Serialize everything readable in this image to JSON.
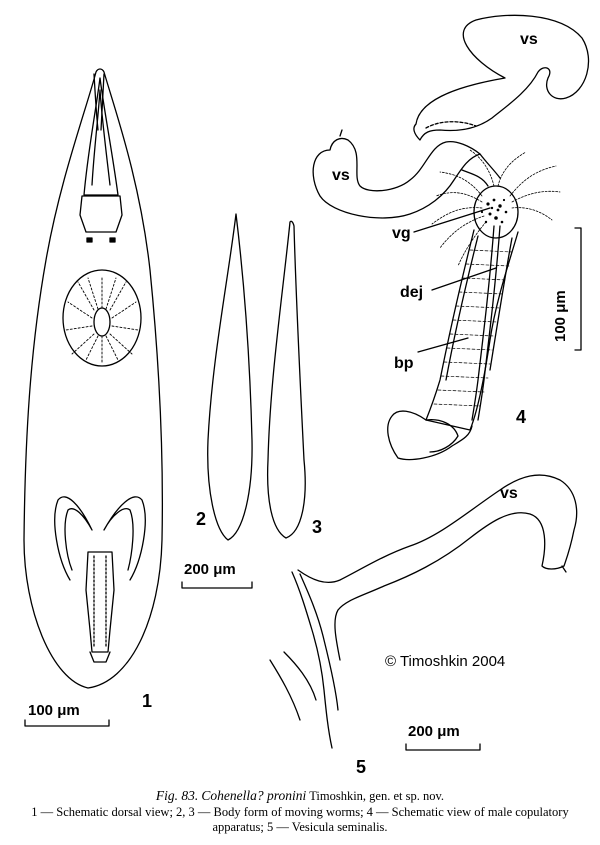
{
  "figure": {
    "caption_number": "Fig. 83.",
    "caption_species": "Cohenella? pronini",
    "caption_author": "Timoshkin, gen. et sp. nov.",
    "legend_text": "1 — Schematic dorsal view; 2, 3 — Body form of moving worms; 4 — Schematic view of male copulatory apparatus; 5 — Vesicula seminalis.",
    "copyright": "© Timoshkin 2004"
  },
  "panels": {
    "p1": {
      "number": "1",
      "scale": "100 μm"
    },
    "p2": {
      "number": "2"
    },
    "p3": {
      "number": "3",
      "scale": "200 μm"
    },
    "p4": {
      "number": "4",
      "scale": "100 μm",
      "labels": {
        "vs_top": "vs",
        "vs_left": "vs",
        "vg": "vg",
        "dej": "dej",
        "bp": "bp"
      }
    },
    "p5": {
      "number": "5",
      "scale": "200 μm",
      "labels": {
        "vs": "vs"
      }
    }
  }
}
